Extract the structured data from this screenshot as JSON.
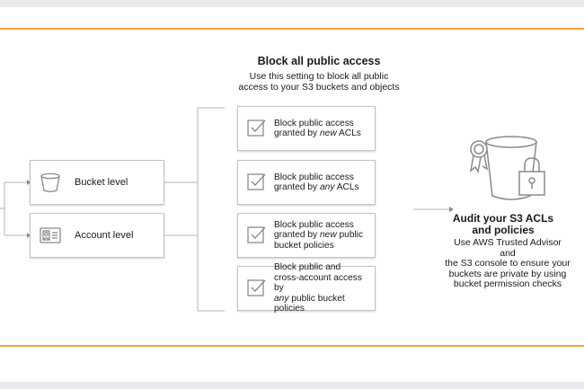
{
  "header": {
    "title": "Block all public access",
    "subtitle_line1": "Use this setting to block all public",
    "subtitle_line2": "access to your S3 buckets and objects"
  },
  "levels": [
    {
      "label": "Bucket level",
      "icon": "bucket-icon"
    },
    {
      "label": "Account level",
      "icon": "id-card-icon"
    }
  ],
  "options": [
    {
      "l1": "Block public access",
      "l2a": "granted by ",
      "l2em": "new",
      "l2b": " ACLs",
      "l3a": "",
      "l3em": "",
      "l3b": ""
    },
    {
      "l1": "Block public access",
      "l2a": "granted by ",
      "l2em": "any",
      "l2b": " ACLs",
      "l3a": "",
      "l3em": "",
      "l3b": ""
    },
    {
      "l1": "Block public access",
      "l2a": "granted by ",
      "l2em": "new",
      "l2b": " public",
      "l3a": "bucket policies",
      "l3em": "",
      "l3b": ""
    },
    {
      "l1": "Block public and",
      "l2a": "cross-account access by",
      "l2em": "",
      "l2b": "",
      "l3a": "",
      "l3em": "any",
      "l3b": " public bucket policies"
    }
  ],
  "audit": {
    "title_line1": "Audit your S3 ACLs",
    "title_line2": "and policies",
    "desc_line1": "Use AWS Trusted Advisor and",
    "desc_line2": "the S3 console to ensure your",
    "desc_line3": "buckets are private by using",
    "desc_line4": "bucket permission checks",
    "icon": "bucket-lock-audit-icon"
  },
  "colors": {
    "accent_rule": "#f3a13a",
    "icon_gray": "#8a8a8a",
    "connector": "#b5b5b5"
  }
}
